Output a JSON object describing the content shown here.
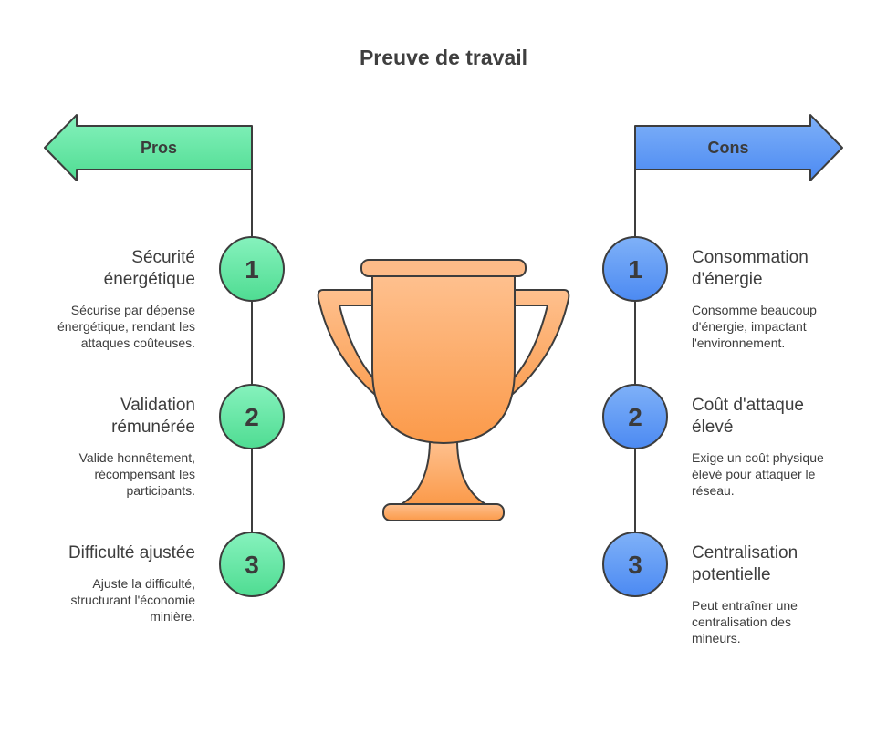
{
  "title": "Preuve de travail",
  "pros": {
    "label": "Pros",
    "color": "#5ee6a0",
    "items": [
      {
        "number": "1",
        "title": "Sécurité énergétique",
        "description": "Sécurise par dépense énergétique, rendant les attaques coûteuses."
      },
      {
        "number": "2",
        "title": "Validation rémunérée",
        "description": "Valide honnêtement, récompensant les participants."
      },
      {
        "number": "3",
        "title": "Difficulté ajustée",
        "description": "Ajuste la difficulté, structurant l'économie minière."
      }
    ]
  },
  "cons": {
    "label": "Cons",
    "color": "#5b97f5",
    "items": [
      {
        "number": "1",
        "title": "Consommation d'énergie",
        "description": "Consomme beaucoup d'énergie, impactant l'environnement."
      },
      {
        "number": "2",
        "title": "Coût d'attaque élevé",
        "description": "Exige un coût physique élevé pour attaquer le réseau."
      },
      {
        "number": "3",
        "title": "Centralisation potentielle",
        "description": "Peut entraîner une centralisation des mineurs."
      }
    ]
  },
  "trophy": {
    "icon": "trophy-icon",
    "color": "#fba35c"
  }
}
